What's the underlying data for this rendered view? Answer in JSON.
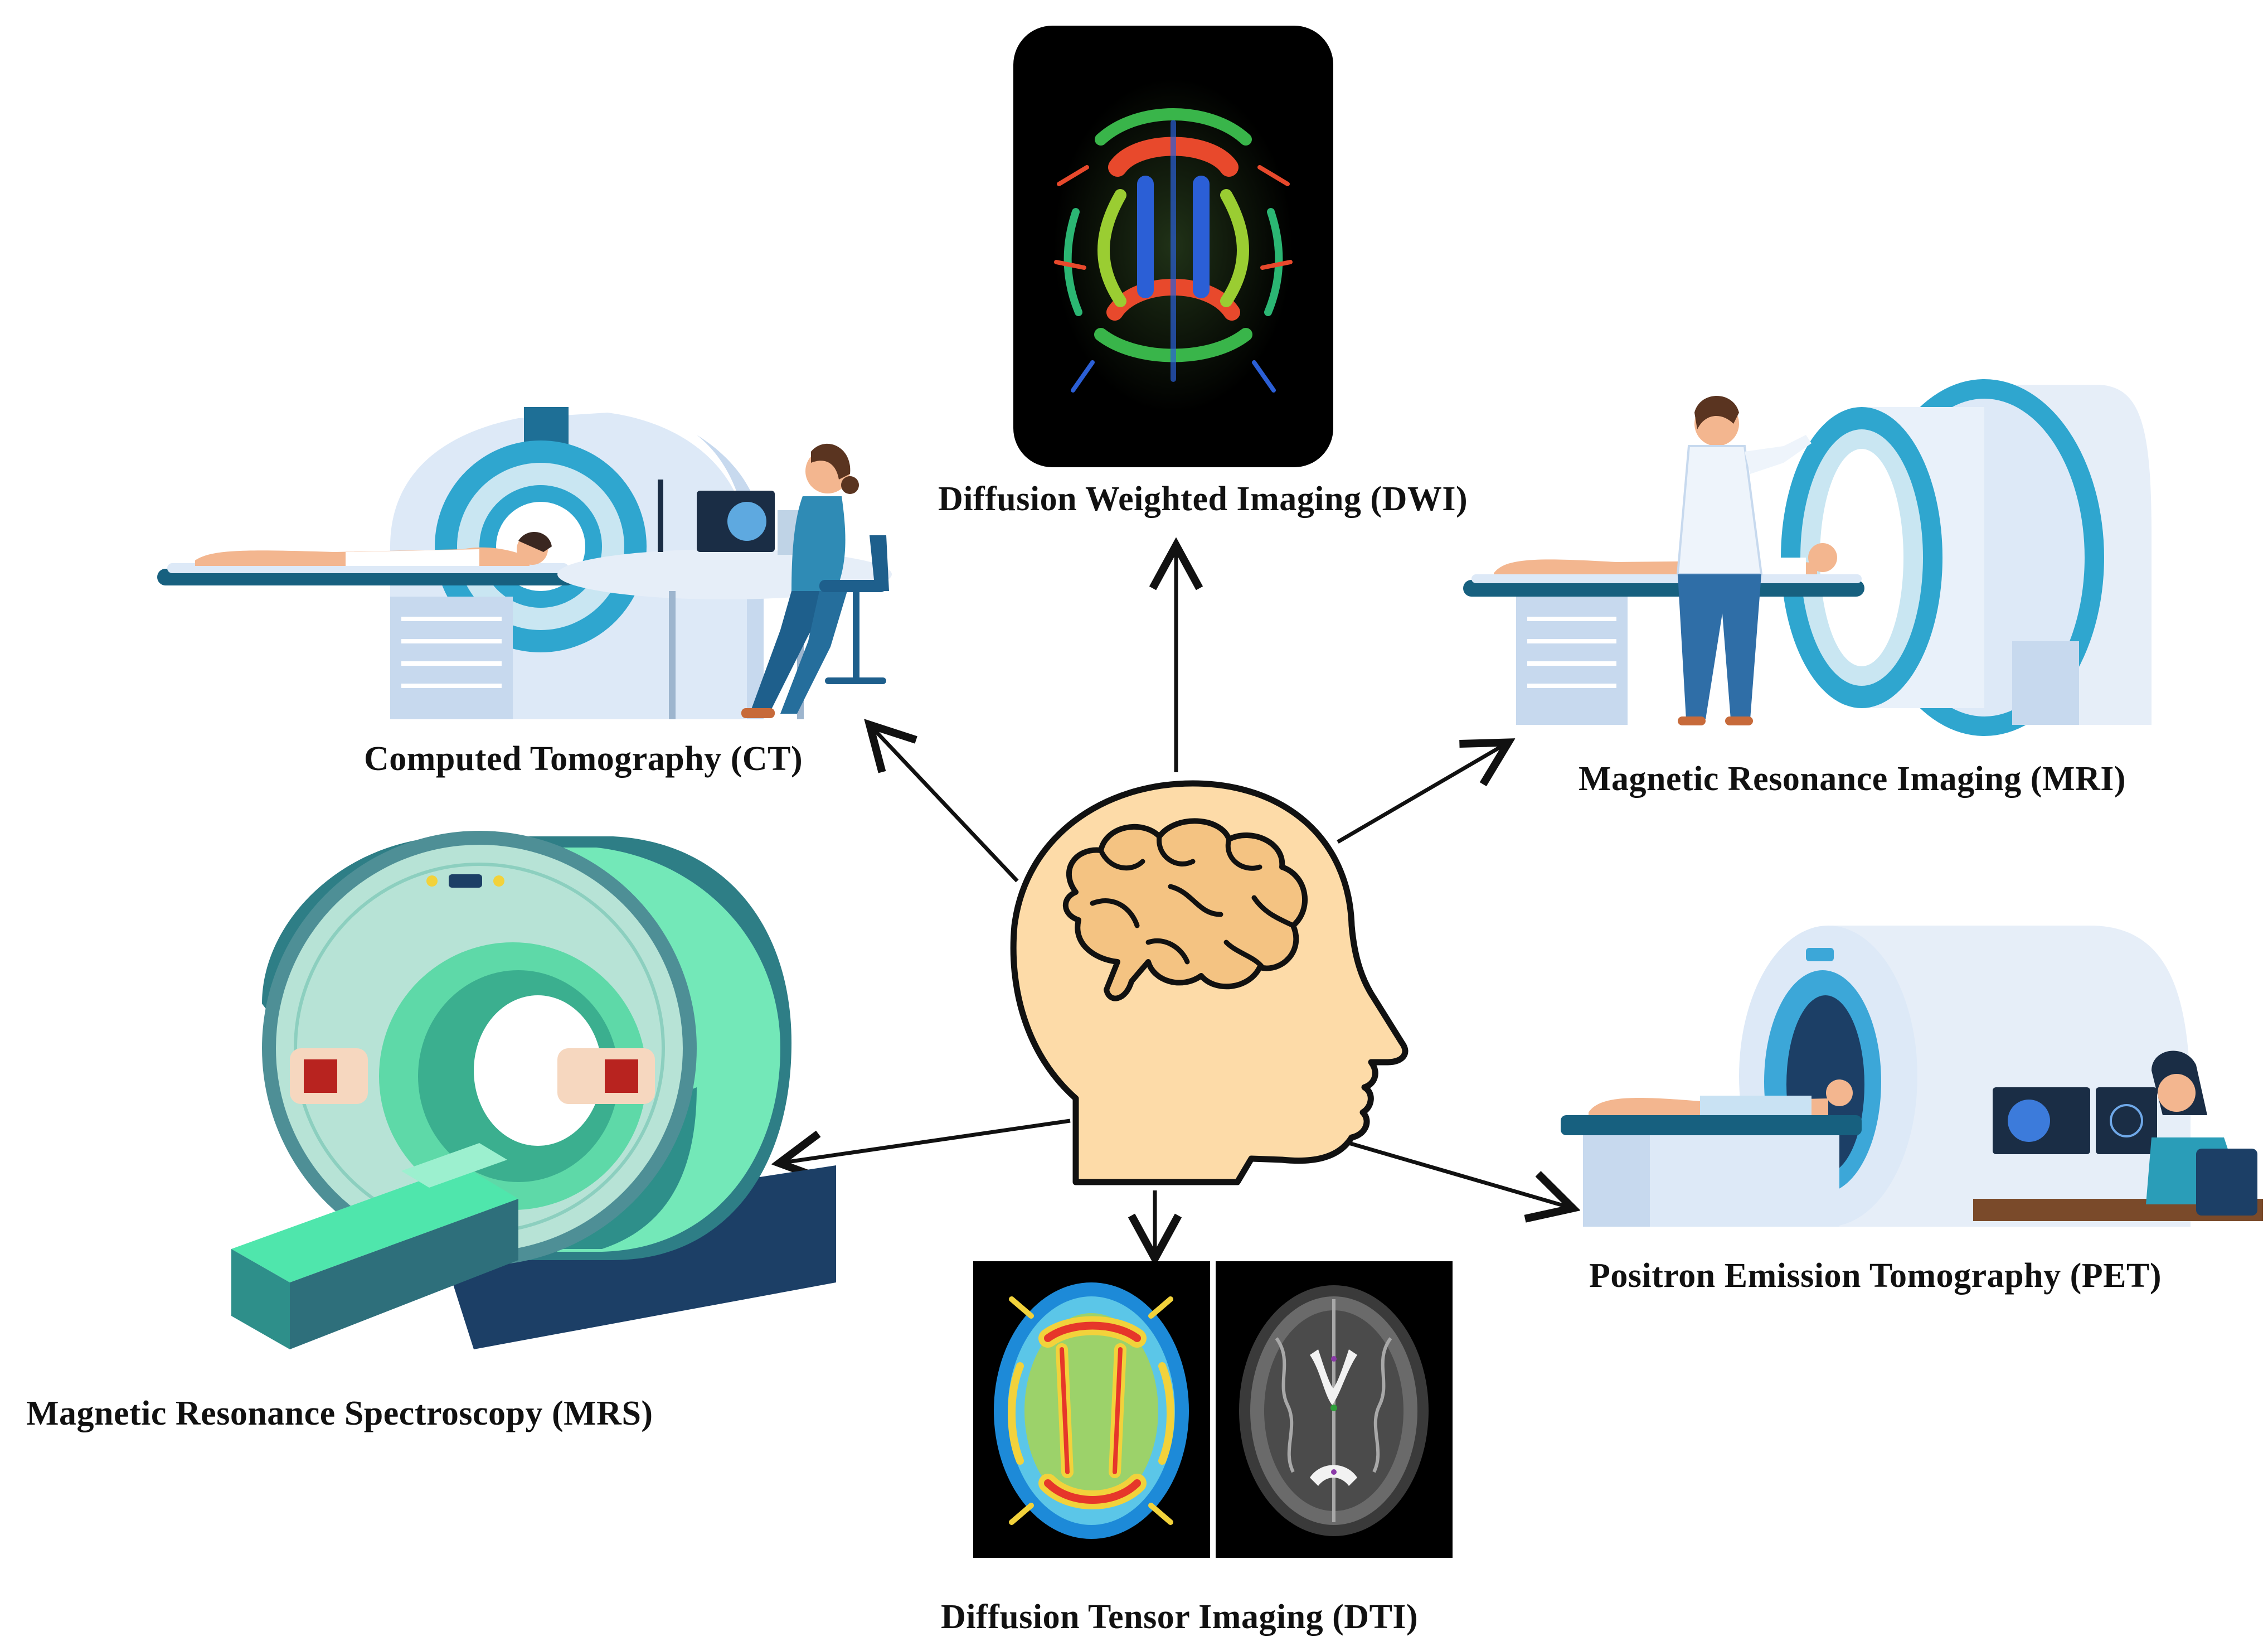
{
  "labels": {
    "dwi": "Diffusion Weighted Imaging (DWI)",
    "ct": "Computed Tomography (CT)",
    "mri": "Magnetic Resonance Imaging (MRI)",
    "mrs": "Magnetic Resonance Spectroscopy (MRS)",
    "pet": "Positron Emission Tomography (PET)",
    "dti": "Diffusion Tensor Imaging (DTI)"
  },
  "colors": {
    "arrow": "#111111",
    "head_fill": "#FDDBA8",
    "brain_fill": "#F4C382",
    "scanner_light": "#DDE9F7",
    "scanner_accent": "#2FA6CF",
    "mrs_green": "#73E8B8",
    "mrs_dark": "#2E7E86",
    "panel_dark": "#000000"
  },
  "icons": [
    "head-brain-icon",
    "ct-scanner-icon",
    "mri-scanner-icon",
    "mrs-scanner-icon",
    "pet-scanner-icon"
  ]
}
